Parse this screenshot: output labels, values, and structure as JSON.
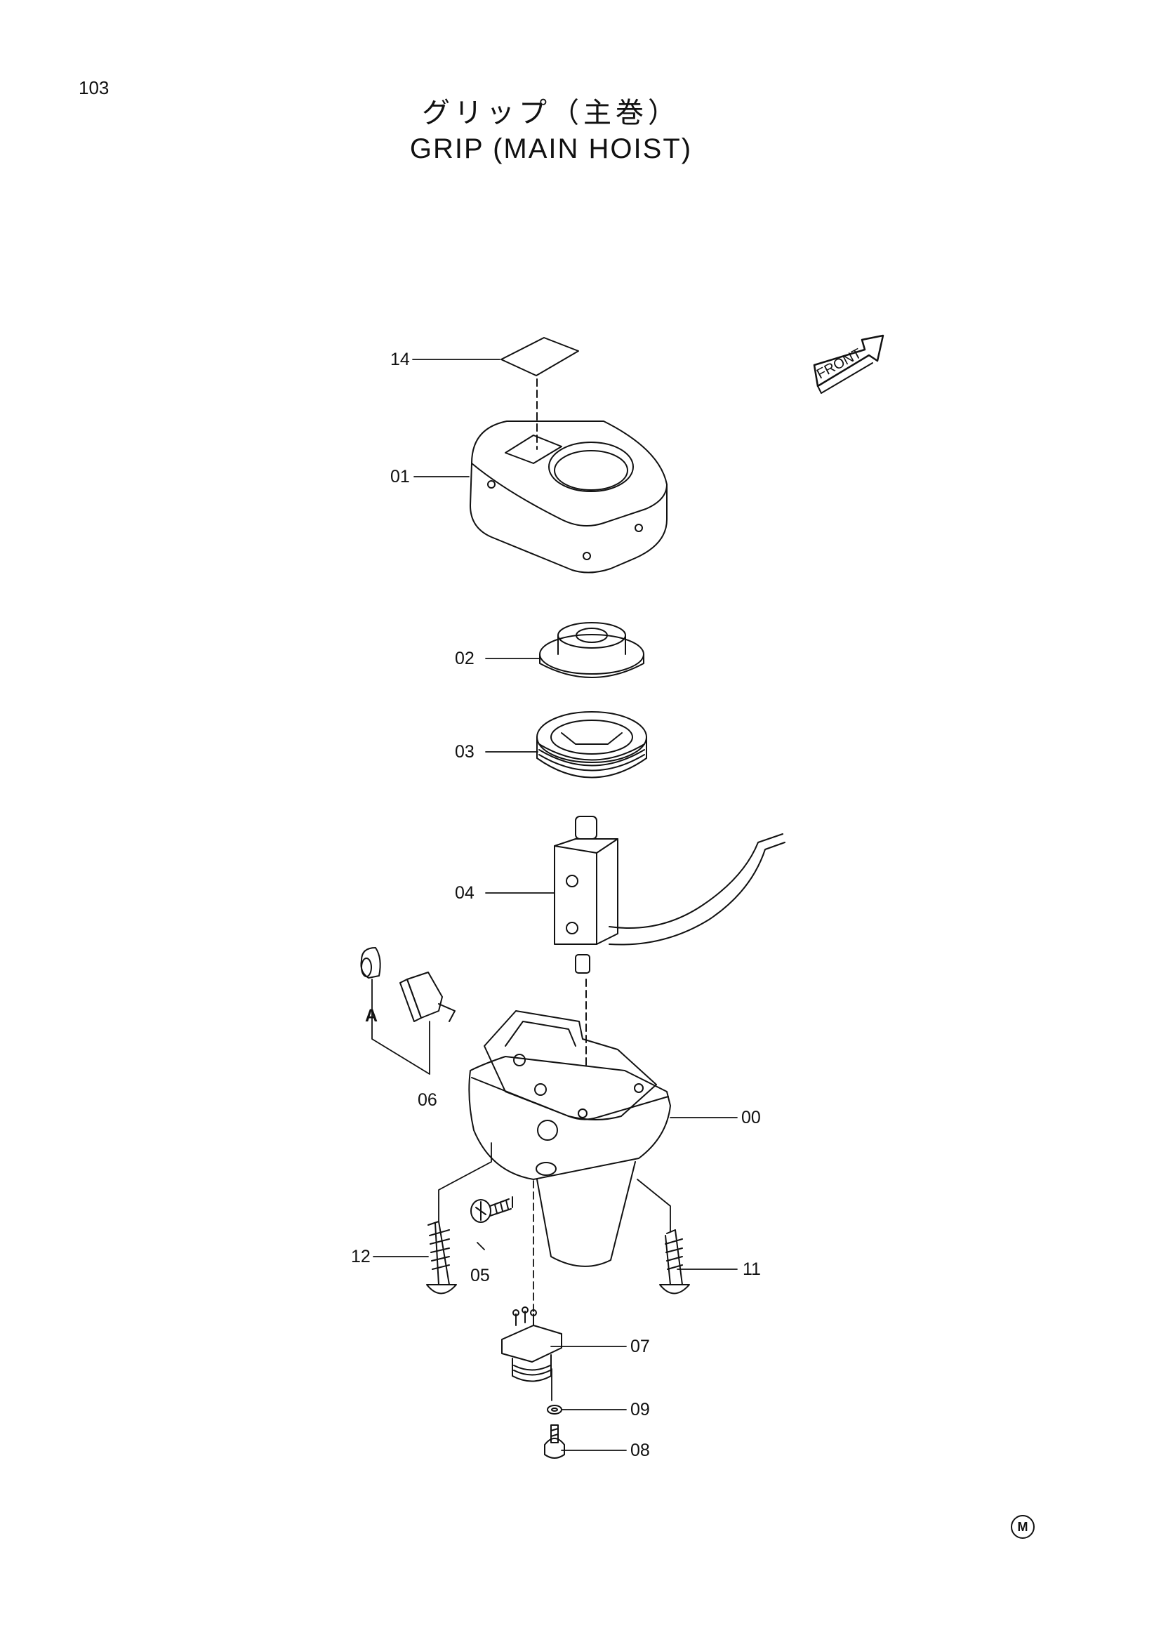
{
  "page": {
    "page_number": "103",
    "title_jp": "グリップ（主巻）",
    "title_en": "GRIP (MAIN HOIST)",
    "mark": "M"
  },
  "direction_arrow": {
    "label": "FRONT"
  },
  "callouts": {
    "p14": "14",
    "p01": "01",
    "p02": "02",
    "p03": "03",
    "p04": "04",
    "p00": "00",
    "p06": "06",
    "pA": "A",
    "p12": "12",
    "p05": "05",
    "p11": "11",
    "p07": "07",
    "p09": "09",
    "p08": "08"
  }
}
